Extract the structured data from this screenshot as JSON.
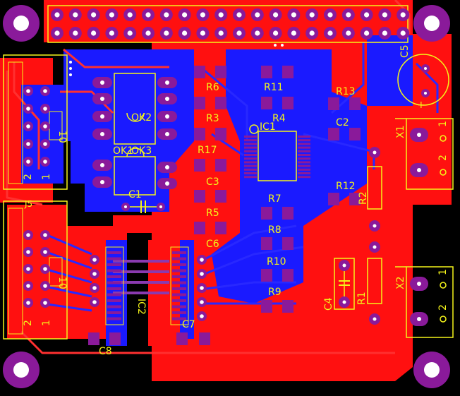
{
  "view": {
    "colors": {
      "background": "#000000",
      "top_copper": "#ff1010",
      "bottom_copper": "#1a1aff",
      "pad": "#8a1a9a",
      "silkscreen": "#f4f41a",
      "drill": "#ffffff"
    }
  },
  "labels": {
    "R6": "R6",
    "R11": "R11",
    "R13": "R13",
    "R3": "R3",
    "R4": "R4",
    "R17": "R17",
    "C3": "C3",
    "C2": "C2",
    "IC1": "IC1",
    "OK2": "OK2",
    "OK1": "OK1",
    "OK3": "OK3",
    "C1": "C1",
    "R5": "R5",
    "R7": "R7",
    "R8": "R8",
    "C6": "C6",
    "R10": "R10",
    "R9": "R9",
    "R12": "R12",
    "R2": "R2",
    "R1": "R1",
    "C4": "C4",
    "C7": "C7",
    "C8": "C8",
    "IC2": "IC2",
    "C5": "C5",
    "X1": "X1",
    "X2": "X2",
    "conn_top_10": "10",
    "conn_top_2": "2",
    "conn_top_1": "1",
    "conn_bot_10": "10",
    "conn_bot_2": "2",
    "conn_bot_1": "1",
    "x1_pin1": "1",
    "x1_pin2": "2",
    "x2_pin1": "1",
    "x2_pin2": "2",
    "c5_plus": "+",
    "j5_fragment": "J5"
  }
}
